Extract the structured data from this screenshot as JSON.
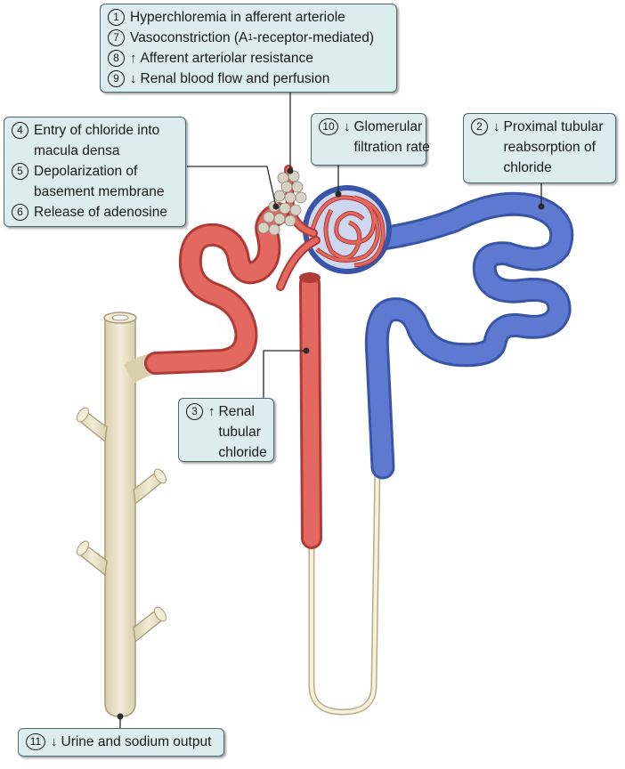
{
  "colors": {
    "box_fill": "#dcecef",
    "box_border": "#4a6a72",
    "vessel_red": "#d9554f",
    "tubule_blue": "#4b68c0",
    "collecting_duct": "#ece3c8"
  },
  "callouts": {
    "b1": {
      "lines": [
        {
          "num": "1",
          "text": "Hyperchloremia in afferent arteriole"
        },
        {
          "num": "7",
          "text": "Vasoconstriction (A",
          "sub": "1",
          "after": "-receptor-mediated)"
        },
        {
          "num": "8",
          "arrow": "↑",
          "text": "Afferent arteriolar resistance"
        },
        {
          "num": "9",
          "arrow": "↓",
          "text": "Renal blood flow and perfusion"
        }
      ]
    },
    "b4": {
      "lines": [
        {
          "num": "4",
          "text": "Entry of chloride into\nmacula densa"
        },
        {
          "num": "5",
          "text": "Depolarization of\nbasement membrane"
        },
        {
          "num": "6",
          "text": "Release of adenosine"
        }
      ]
    },
    "b10": {
      "num": "10",
      "arrow": "↓",
      "text": "Glomerular\nfiltration rate"
    },
    "b2": {
      "num": "2",
      "arrow": "↓",
      "text": "Proximal tubular\nreabsorption of\nchloride"
    },
    "b3": {
      "num": "3",
      "arrow": "↑",
      "text": "Renal\ntubular\nchloride"
    },
    "b11": {
      "num": "11",
      "arrow": "↓",
      "text": "Urine and sodium output"
    }
  }
}
